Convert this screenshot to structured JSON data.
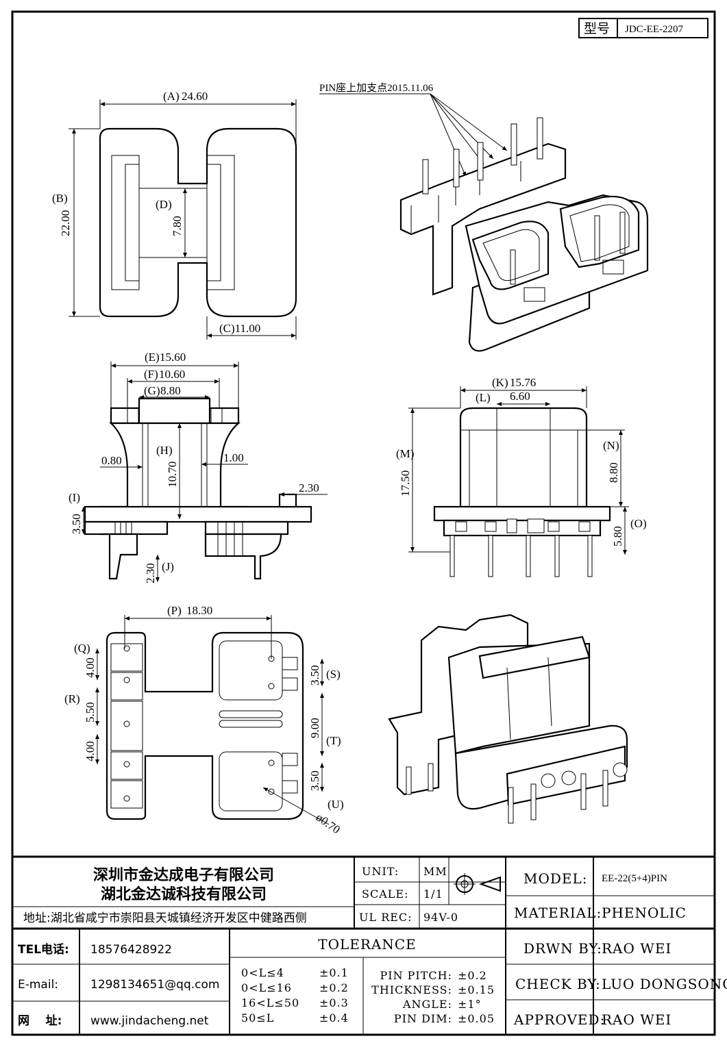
{
  "model_code": {
    "label": "型号",
    "value": "JDC-EE-2207"
  },
  "annotation": "PIN座上加支点2015.11.06",
  "dimensions": {
    "A": "(A)",
    "A_val": "24.60",
    "B": "(B)",
    "B_val": "22.00",
    "C": "(C)11.00",
    "D": "(D)",
    "D_val": "7.80",
    "E": "(E)",
    "E_val": "15.60",
    "F": "(F)",
    "F_val": "10.60",
    "G": "(G)",
    "G_val": "8.80",
    "H": "(H)",
    "H_val": "10.70",
    "side_left": "0.80",
    "side_right": "1.00",
    "I": "(I)",
    "I_val": "3.50",
    "J": "(J)",
    "J_val": "2.30",
    "top_right": "2.30",
    "K": "(K)",
    "K_val": "15.76",
    "L": "(L)",
    "L_val": "6.60",
    "M": "(M)",
    "M_val": "17.50",
    "N": "(N)",
    "N_val": "8.80",
    "O": "(O)",
    "O_val": "5.80",
    "P": "(P)",
    "P_val": "18.30",
    "Q": "(Q)",
    "Q_val": "4.00",
    "R": "(R)",
    "R_val": "5.50",
    "R2_val": "4.00",
    "S": "(S)",
    "S_val": "3.50",
    "T": "(T)",
    "T_val": "9.00",
    "T2_val": "3.50",
    "U": "(U)",
    "U_val": "ø0.70"
  },
  "company": {
    "name1": "深圳市金达成电子有限公司",
    "name2": "湖北金达诚科技有限公司",
    "address": "地址:湖北省咸宁市崇阳县天城镇经济开发区中健路西侧"
  },
  "spec": {
    "unit_label": "UNIT:",
    "unit_value": "MM",
    "scale_label": "SCALE:",
    "scale_value": "1/1",
    "ulrec_label": "UL REC:",
    "ulrec_value": "94V-0"
  },
  "title_block": {
    "model_label": "MODEL:",
    "model_value": "EE-22(5+4)PIN",
    "material_label": "MATERIAL:",
    "material_value": "PHENOLIC",
    "drawn_label": "DRWN BY:",
    "drawn_value": "RAO WEI",
    "check_label": "CHECK BY:",
    "check_value": "LUO DONGSONG",
    "approved_label": "APPROVED:",
    "approved_value": "RAO WEI"
  },
  "contact": {
    "tel_label": "TEL电话:",
    "tel_value": "18576428922",
    "email_label": "E-mail:",
    "email_value": "1298134651@qq.com",
    "web_label": "网    址:",
    "web_value": "www.jindacheng.net"
  },
  "tolerance": {
    "title": "TOLERANCE",
    "rows": [
      {
        "range": "0<L≤4",
        "value": "±0.1"
      },
      {
        "range": "0<L≤16",
        "value": "±0.2"
      },
      {
        "range": "16<L≤50",
        "value": "±0.3"
      },
      {
        "range": "50≤L",
        "value": "±0.4"
      }
    ],
    "extra": [
      {
        "label": "PIN PITCH:",
        "value": "±0.2"
      },
      {
        "label": "THICKNESS:",
        "value": "±0.15"
      },
      {
        "label": "ANGLE:",
        "value": "±1°"
      },
      {
        "label": "PIN DIM:",
        "value": "±0.05"
      }
    ]
  }
}
